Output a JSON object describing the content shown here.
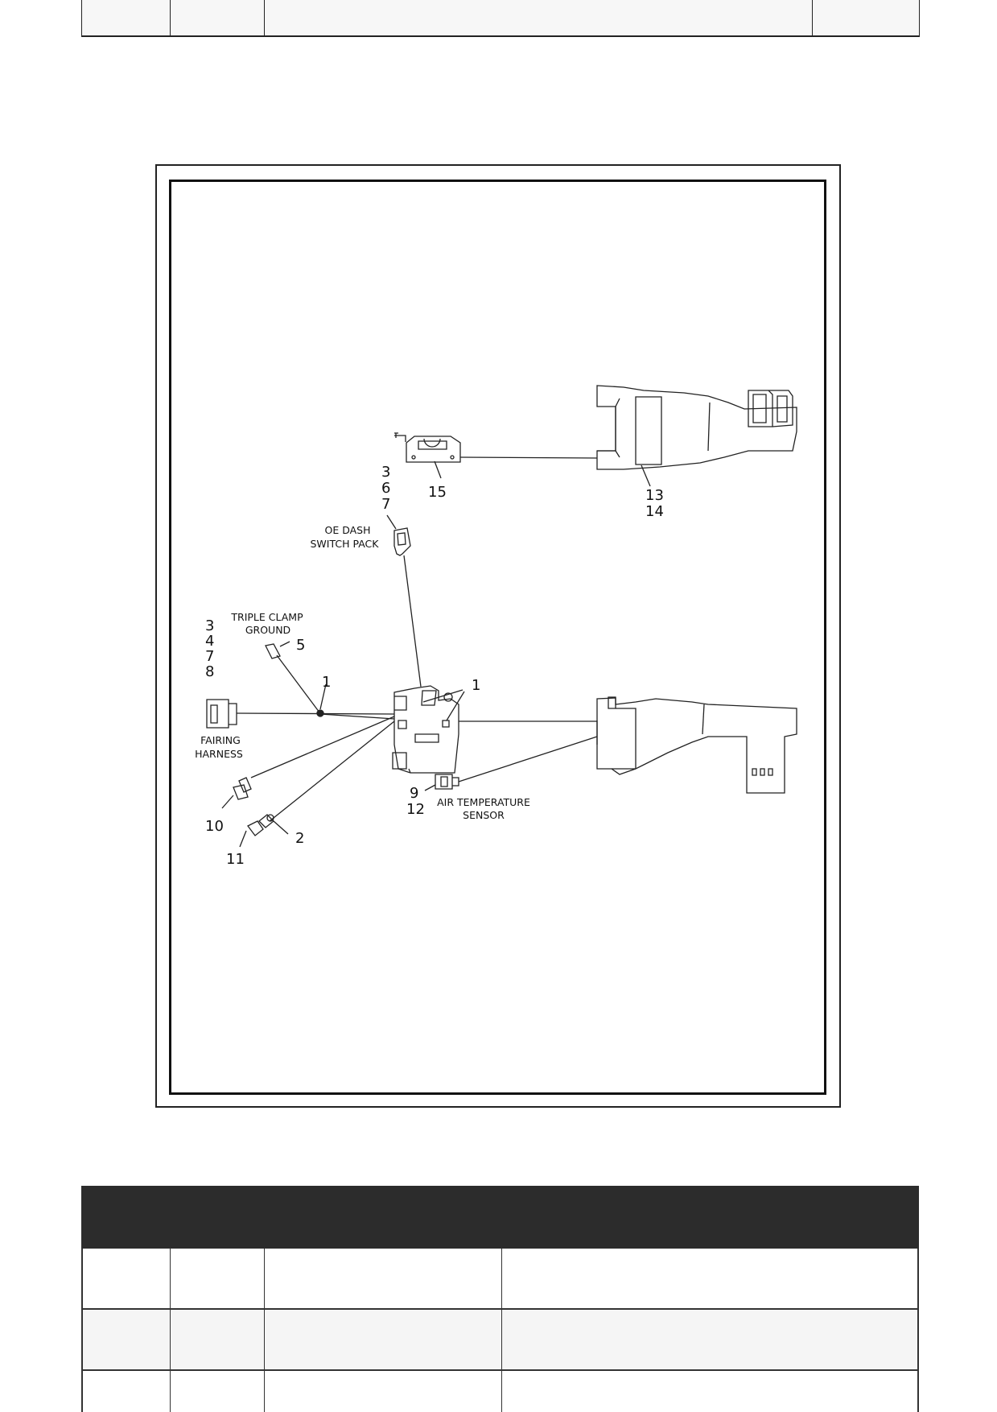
{
  "diagram": {
    "labels": {
      "callout_15": "15",
      "callout_13": "13",
      "callout_14": "14",
      "callout_3a": "3",
      "callout_6": "6",
      "callout_7a": "7",
      "oe_dash_line1": "OE DASH",
      "oe_dash_line2": "SWITCH PACK",
      "triple_clamp_line1": "TRIPLE CLAMP",
      "triple_clamp_line2": "GROUND",
      "callout_5": "5",
      "callout_3b": "3",
      "callout_4": "4",
      "callout_7b": "7",
      "callout_8": "8",
      "callout_1a": "1",
      "callout_1b": "1",
      "fairing_line1": "FAIRING",
      "fairing_line2": "HARNESS",
      "callout_9": "9",
      "callout_12": "12",
      "air_temp_line1": "AIR TEMPERATURE",
      "air_temp_line2": "SENSOR",
      "callout_10": "10",
      "callout_2": "2",
      "callout_11": "11"
    }
  },
  "parts_table": {
    "header": [
      "",
      "",
      "",
      ""
    ],
    "rows": [
      [
        "",
        "",
        "",
        ""
      ],
      [
        "",
        "",
        "",
        ""
      ]
    ]
  }
}
